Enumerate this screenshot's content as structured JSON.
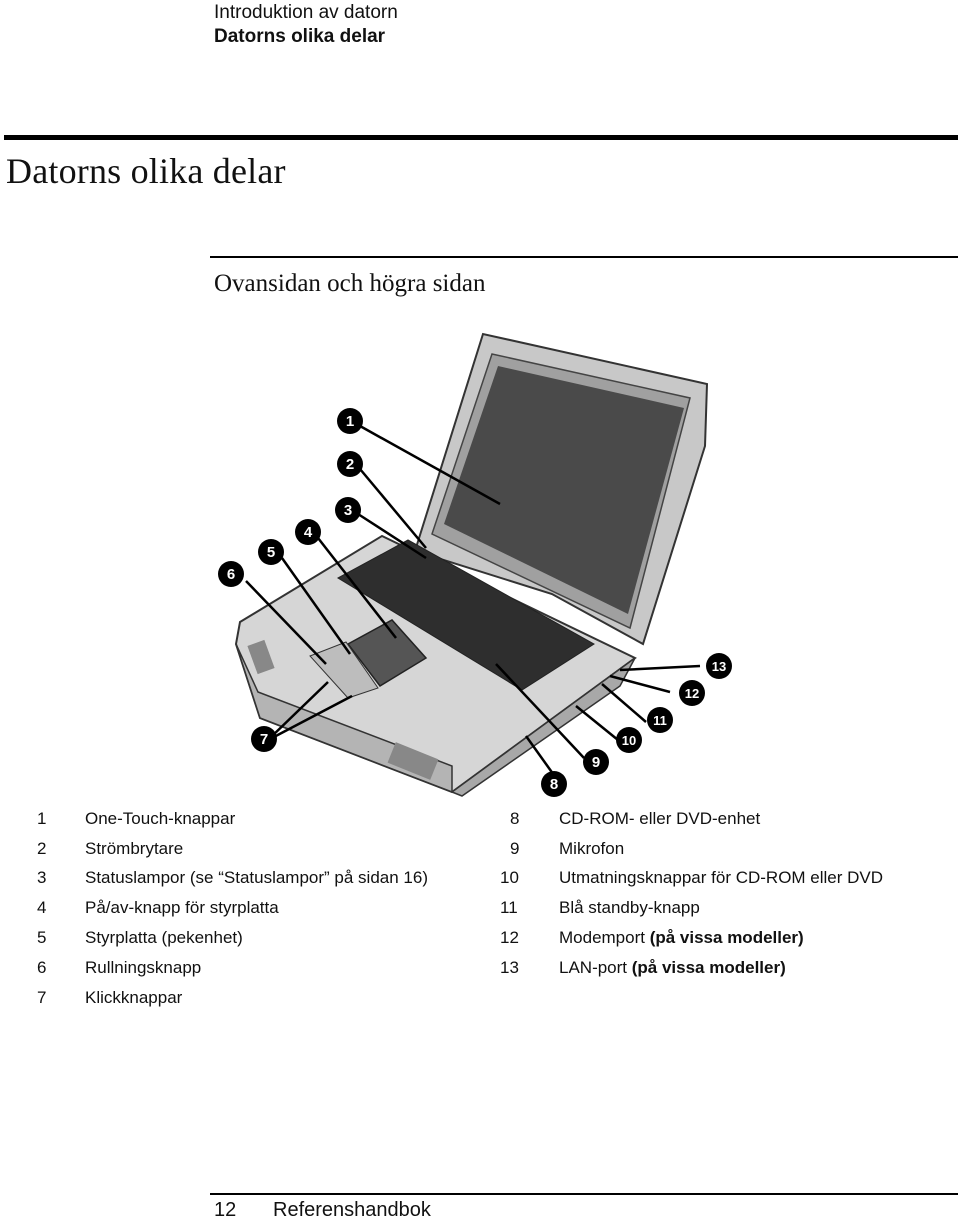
{
  "header": {
    "section": "Introduktion av datorn",
    "chapter": "Datorns olika delar"
  },
  "title": "Datorns olika delar",
  "subtitle": "Ovansidan och högra sidan",
  "figure": {
    "callouts": [
      "1",
      "2",
      "3",
      "4",
      "5",
      "6",
      "7",
      "8",
      "9",
      "10",
      "11",
      "12",
      "13"
    ]
  },
  "legend_left": [
    {
      "num": "1",
      "text": "One-Touch-knappar"
    },
    {
      "num": "2",
      "text": "Strömbrytare"
    },
    {
      "num": "3",
      "text": "Statuslampor (se “Statuslampor” på sidan 16)"
    },
    {
      "num": "4",
      "text": "På/av-knapp för styrplatta"
    },
    {
      "num": "5",
      "text": "Styrplatta (pekenhet)"
    },
    {
      "num": "6",
      "text": "Rullningsknapp"
    },
    {
      "num": "7",
      "text": "Klickknappar"
    }
  ],
  "legend_right": [
    {
      "num": "8",
      "text": "CD-ROM- eller DVD-enhet",
      "bold": ""
    },
    {
      "num": "9",
      "text": "Mikrofon",
      "bold": ""
    },
    {
      "num": "10",
      "text": "Utmatningsknappar för CD-ROM eller DVD",
      "bold": ""
    },
    {
      "num": "11",
      "text": "Blå standby-knapp",
      "bold": ""
    },
    {
      "num": "12",
      "text": "Modemport ",
      "bold": "(på vissa modeller)"
    },
    {
      "num": "13",
      "text": "LAN-port ",
      "bold": "(på vissa modeller)"
    }
  ],
  "footer": {
    "page": "12",
    "book": "Referenshandbok"
  }
}
